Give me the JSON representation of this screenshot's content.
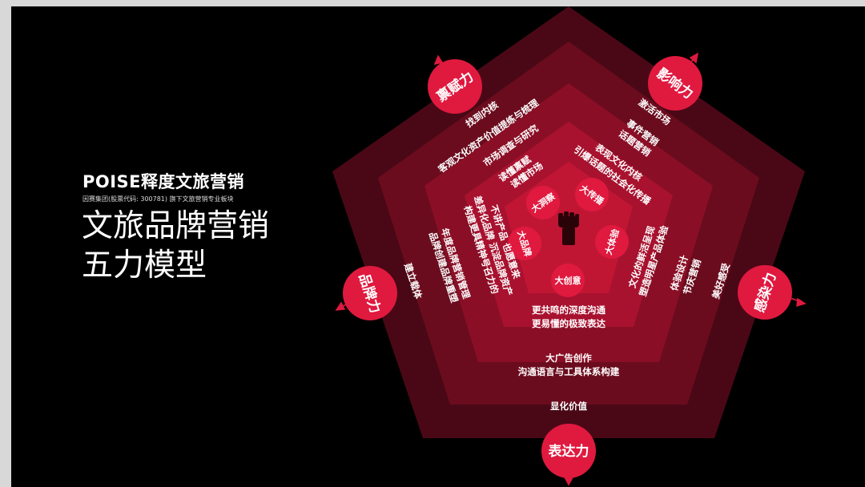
{
  "logo": {
    "name": "POISE释度文旅营销",
    "subtitle": "因赛集团(股票代码: 300781) 旗下文旅营销专业板块"
  },
  "title": {
    "line1": "文旅品牌营销",
    "line2": "五力模型"
  },
  "colors": {
    "ring1": "#4a0816",
    "ring2": "#6b0c1e",
    "ring3": "#8a0f26",
    "ring4": "#a8122f",
    "ring5": "#c01634",
    "circle": "#e0193f",
    "arrow": "#e0193f"
  },
  "forces": {
    "top_left": "禀赋力",
    "top_right": "影响力",
    "right": "感染力",
    "bottom": "表达力",
    "left": "品牌力"
  },
  "inner_circles": {
    "top_left": "大洞察",
    "top_right": "大传播",
    "right": "大体验",
    "bottom": "大创意",
    "left": "大品牌"
  },
  "labels": {
    "tl_outer": "找到内核",
    "tl_mid1": "客观文化资产价值提练与梳理",
    "tl_mid2": "市场调查与研究",
    "tl_inner1": "读懂禀赋",
    "tl_inner2": "读懂市场",
    "tr_outer": "激活市场",
    "tr_mid1": "事件营销",
    "tr_mid2": "话题营销",
    "tr_inner1": "表现文化内核",
    "tr_inner2": "引爆话题的社会化传播",
    "r_outer1": "体验设计",
    "r_outer2": "节庆营销",
    "r_far": "美好感受",
    "r_inner1": "文化的鲜活呈现",
    "r_inner2": "塑造明星产品体验",
    "l_outer": "建立载体",
    "l_mid1": "品牌创建品牌重塑",
    "l_mid2": "年度品牌营销管理",
    "l_inner1": "构建更具精神号召力的",
    "l_inner2": "差异化品牌 沉淀品牌资产",
    "l_inner3": "不讲产品 也愿意来",
    "b_inner1": "更共鸣的深度沟通",
    "b_inner2": "更易懂的极致表达",
    "b_mid1": "大广告创作",
    "b_mid2": "沟通语言与工具体系构建",
    "b_outer": "显化价值"
  }
}
